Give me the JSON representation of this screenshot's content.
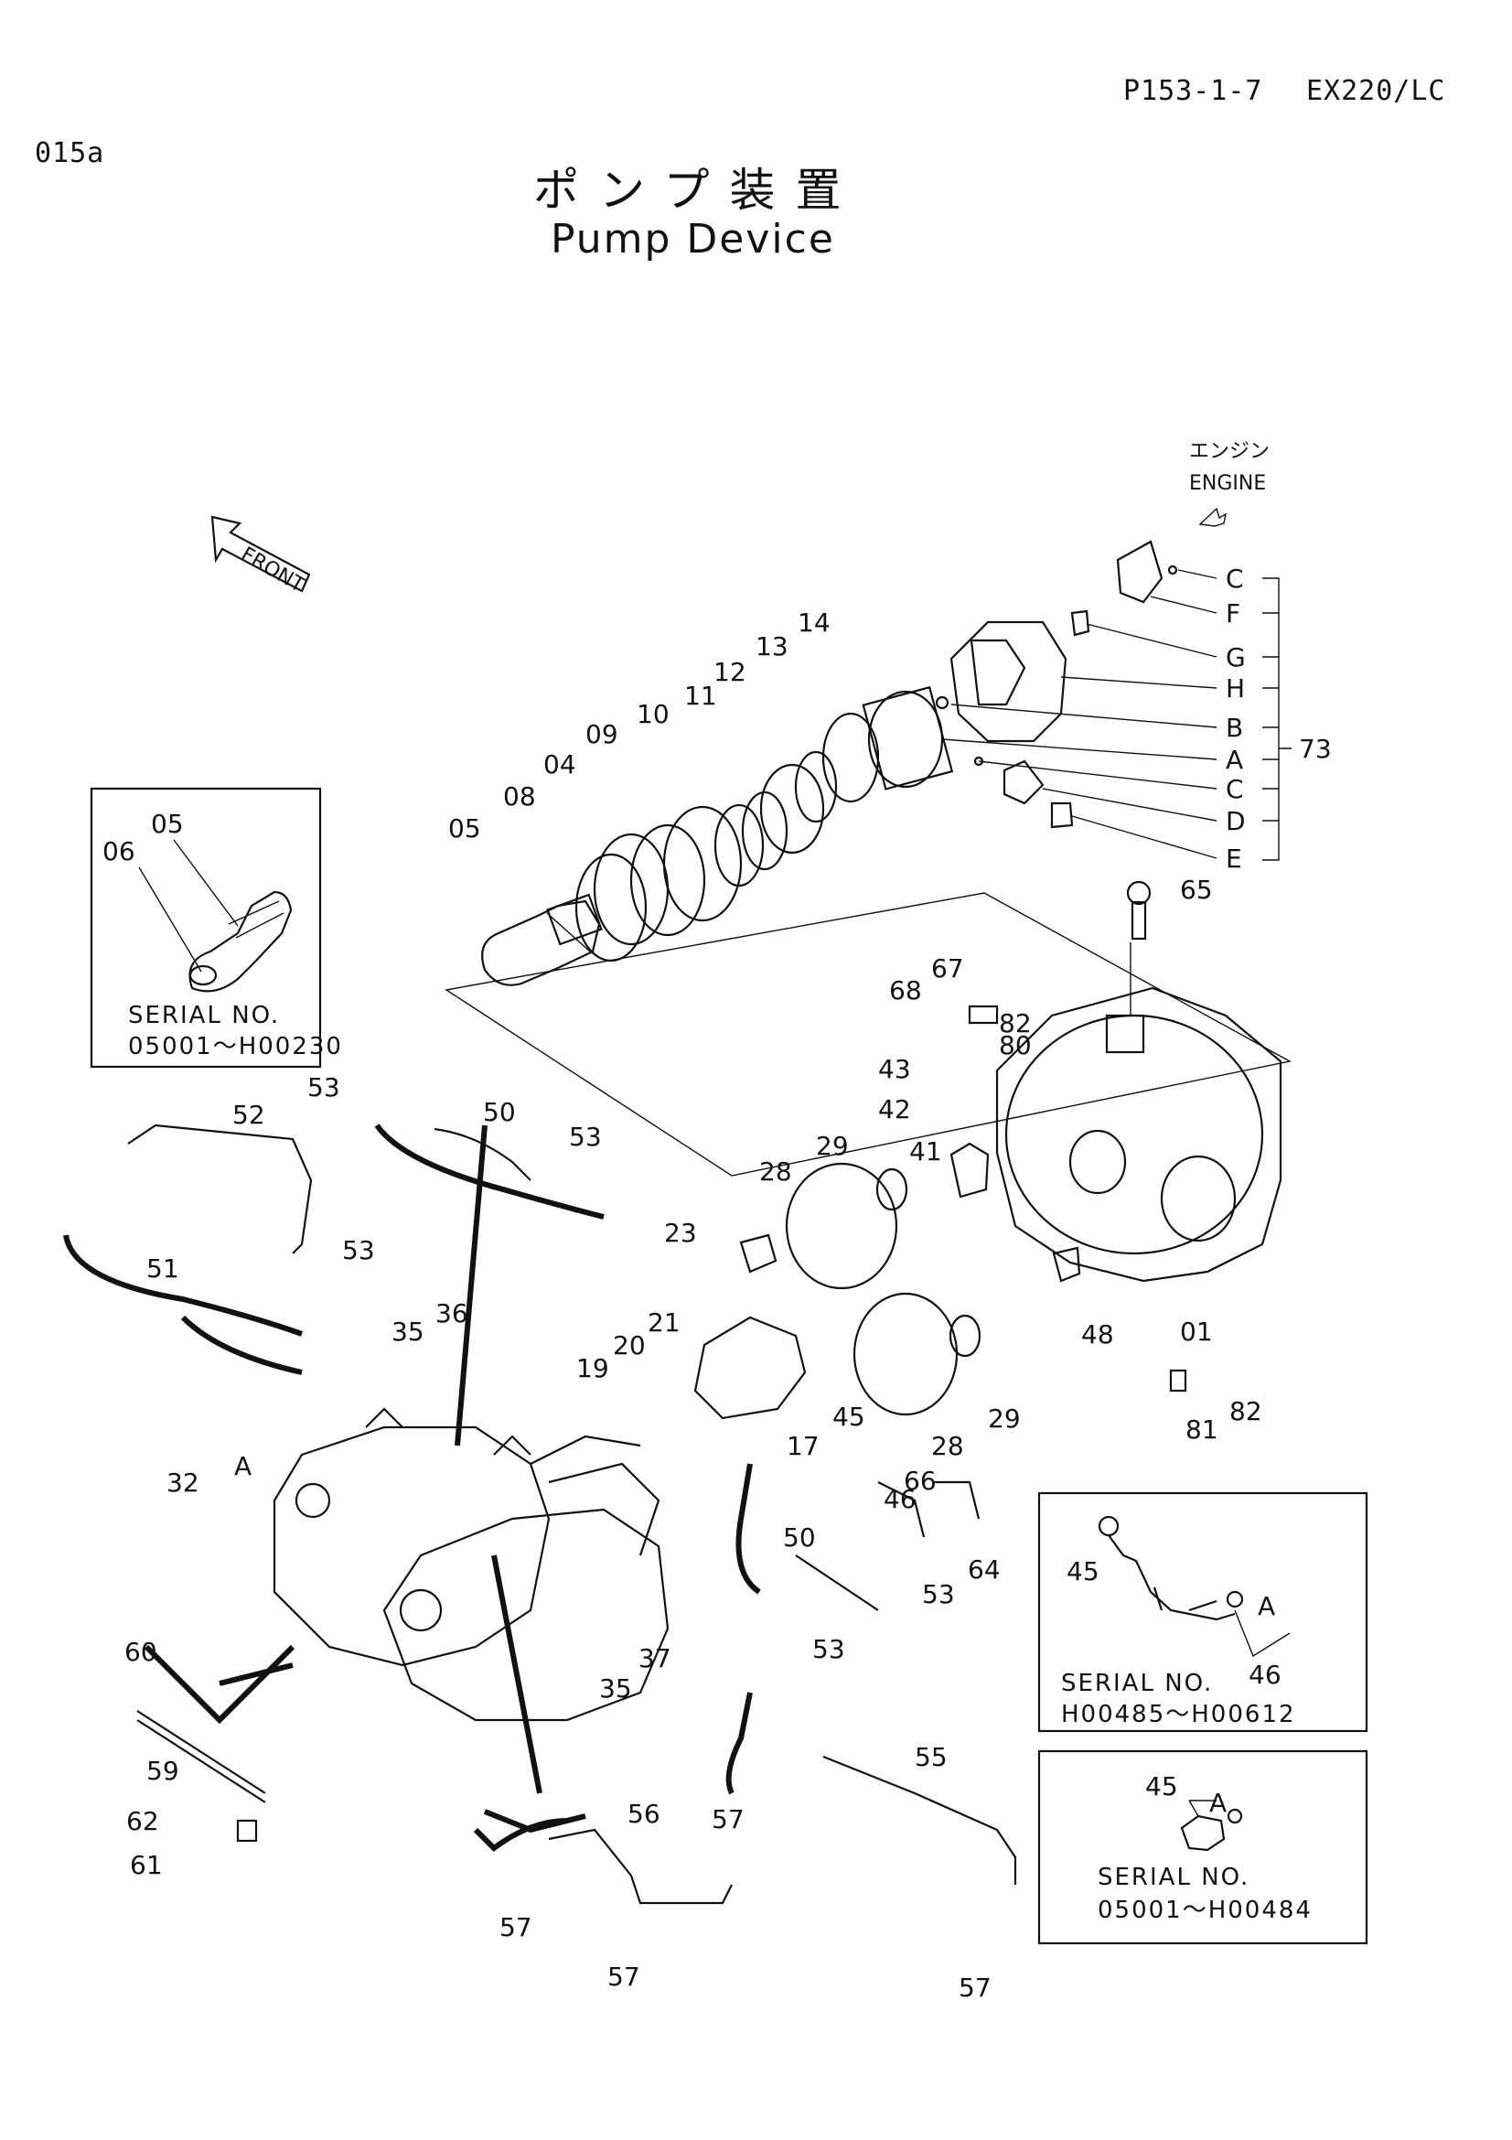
{
  "header": {
    "page_number": "P153-1-7",
    "model": "EX220/LC",
    "doc_code": "015a",
    "title_jp": "ポンプ装置",
    "title_en": "Pump Device"
  },
  "orientation": {
    "front_label": "FRONT",
    "engine_label_jp": "エンジン",
    "engine_label_en": "ENGINE"
  },
  "insets": [
    {
      "serial_label": "SERIAL  NO.",
      "serial_range": "05001～H00230",
      "callouts": [
        "05",
        "06"
      ]
    },
    {
      "serial_label": "SERIAL  NO.",
      "serial_range": "H00485～H00612",
      "callouts": [
        "45",
        "46",
        "A"
      ]
    },
    {
      "serial_label": "SERIAL  NO.",
      "serial_range": "05001～H00484",
      "callouts": [
        "45",
        "A"
      ]
    }
  ],
  "coupling_group": {
    "group_number": "73",
    "letters": [
      "C",
      "F",
      "G",
      "H",
      "B",
      "A",
      "C",
      "D",
      "E"
    ]
  },
  "callouts": {
    "p01": "01",
    "p04": "04",
    "p05": "05",
    "p08": "08",
    "p09": "09",
    "p10": "10",
    "p11": "11",
    "p12": "12",
    "p13": "13",
    "p14": "14",
    "p17": "17",
    "p19": "19",
    "p20": "20",
    "p21": "21",
    "p23": "23",
    "p28a": "28",
    "p28b": "28",
    "p29a": "29",
    "p29b": "29",
    "p32": "32",
    "p35a": "35",
    "p35b": "35",
    "p36": "36",
    "p37": "37",
    "p41": "41",
    "p42": "42",
    "p43": "43",
    "p45": "45",
    "p46": "46",
    "p48": "48",
    "p50a": "50",
    "p50b": "50",
    "p51": "51",
    "p52": "52",
    "p53a": "53",
    "p53b": "53",
    "p53c": "53",
    "p53d": "53",
    "p53e": "53",
    "p55": "55",
    "p56": "56",
    "p57a": "57",
    "p57b": "57",
    "p57c": "57",
    "p57d": "57",
    "p59": "59",
    "p60": "60",
    "p61": "61",
    "p62": "62",
    "p64": "64",
    "p65": "65",
    "p66": "66",
    "p67": "67",
    "p68": "68",
    "p80": "80",
    "p81": "81",
    "p82a": "82",
    "p82b": "82",
    "letter_a": "A"
  }
}
